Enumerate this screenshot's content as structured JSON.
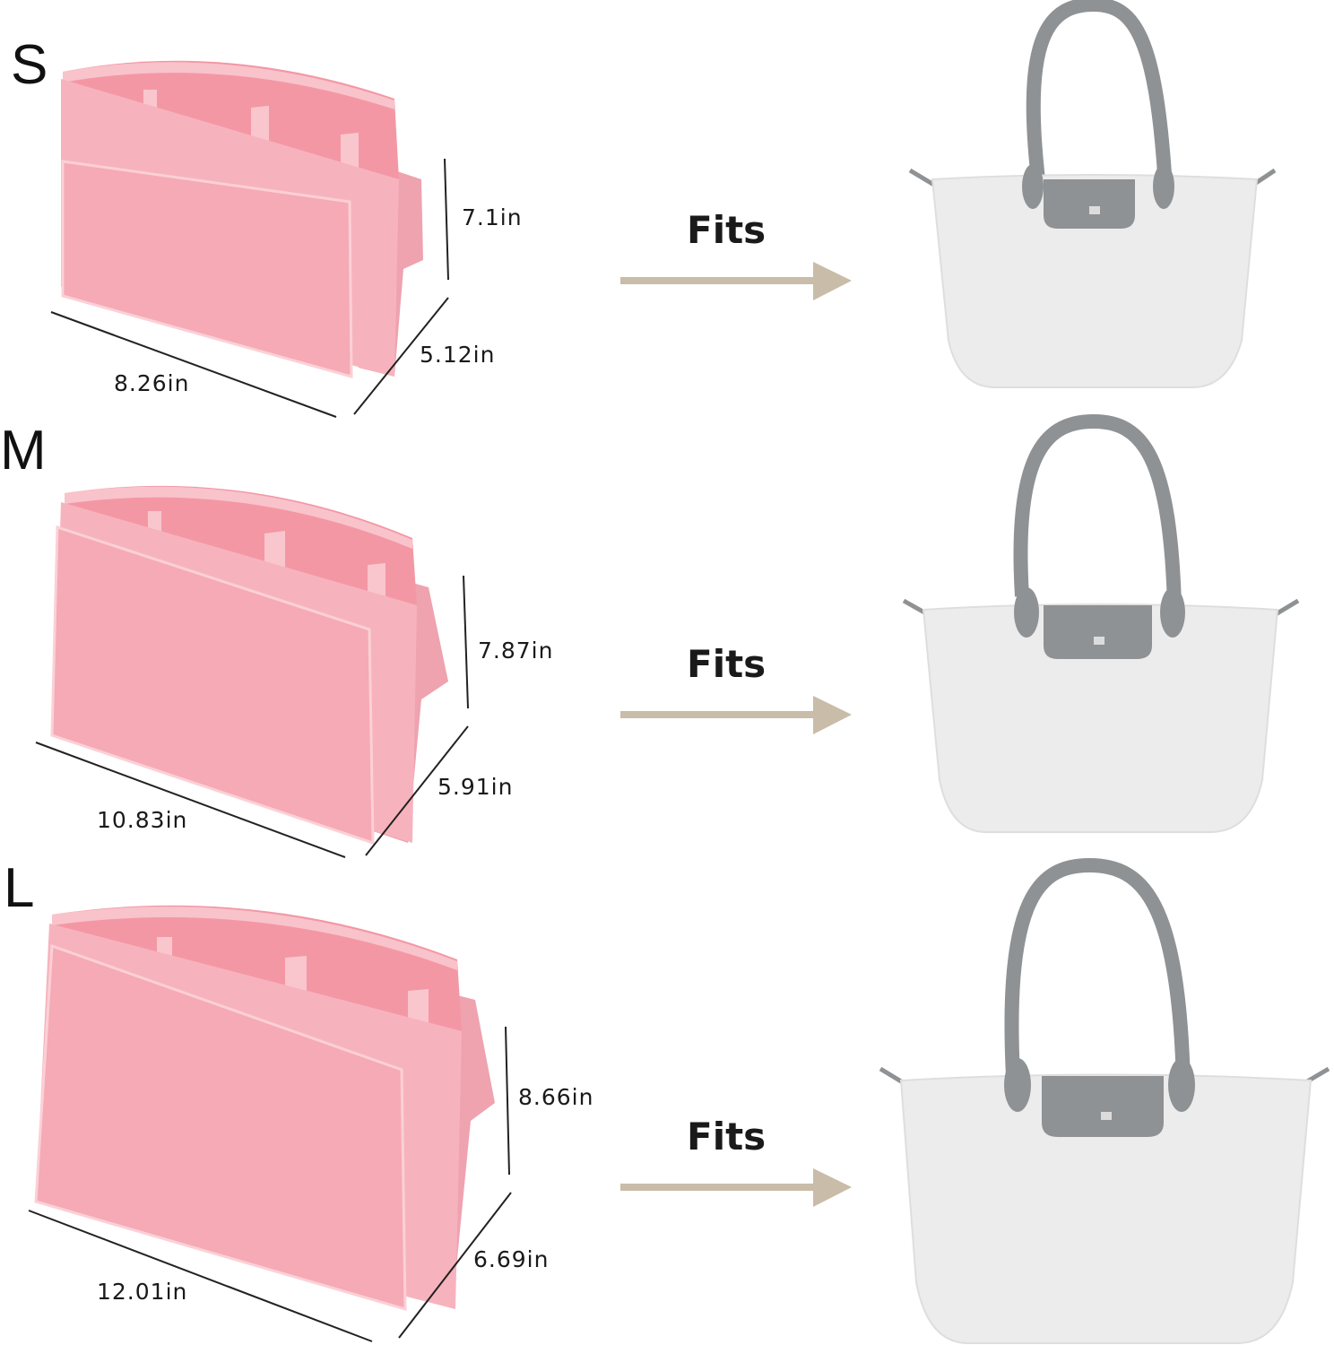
{
  "colors": {
    "organizer_pink": "#f7b3bd",
    "organizer_shadow": "#eea3af",
    "organizer_inner": "#f497a5",
    "arrow": "#c9bca8",
    "bag_body": "#ececec",
    "bag_leather": "#8f9294"
  },
  "rows": [
    {
      "size": "S",
      "height": "7.1in",
      "depth": "5.12in",
      "width": "8.26in",
      "fits_label": "Fits",
      "organizer_icon": "pink-felt-organizer-image",
      "arrow_icon": "right-arrow-icon",
      "bag_icon": "white-tote-bag-image"
    },
    {
      "size": "M",
      "height": "7.87in",
      "depth": "5.91in",
      "width": "10.83in",
      "fits_label": "Fits",
      "organizer_icon": "pink-felt-organizer-image",
      "arrow_icon": "right-arrow-icon",
      "bag_icon": "white-tote-bag-image"
    },
    {
      "size": "L",
      "height": "8.66in",
      "depth": "6.69in",
      "width": "12.01in",
      "fits_label": "Fits",
      "organizer_icon": "pink-felt-organizer-image",
      "arrow_icon": "right-arrow-icon",
      "bag_icon": "white-tote-bag-image"
    }
  ]
}
